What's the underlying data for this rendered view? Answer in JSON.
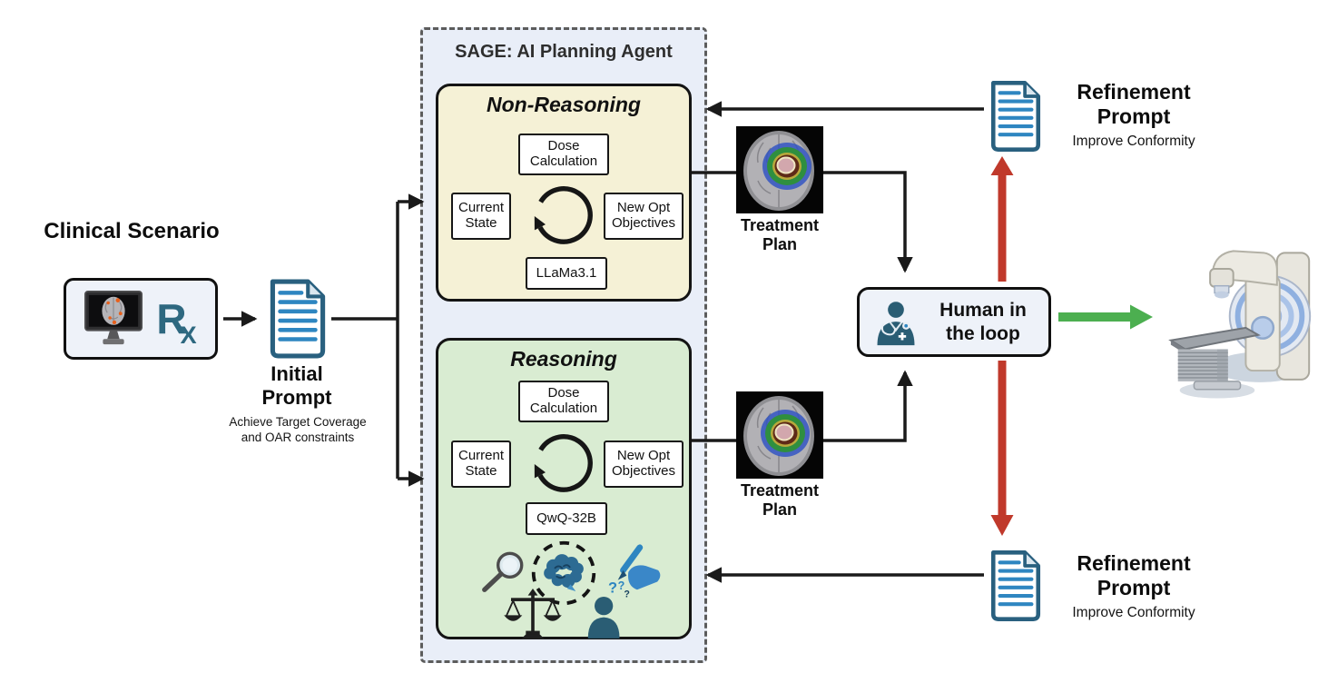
{
  "colors": {
    "panel_bg": "#e9eef8",
    "nonreason_bg": "#f5f1d6",
    "reason_bg": "#d9ecd2",
    "black_arrow": "#1a1a1a",
    "red_arrow": "#c0392b",
    "green_arrow": "#4caf50",
    "doc_outline": "#29607f",
    "doc_lines": "#2e86c1",
    "icon_teal": "#2a5d74",
    "rx_color": "#2e6880"
  },
  "sage_panel": {
    "title": "SAGE: AI Planning Agent"
  },
  "clinical": {
    "title": "Clinical Scenario",
    "rx_r": "R",
    "rx_x": "X",
    "icons": [
      "monitor-brain-scan-icon",
      "rx-prescription-icon"
    ]
  },
  "initial_prompt": {
    "title": "Initial Prompt",
    "subtitle": "Achieve Target Coverage and OAR constraints",
    "icon": "document-icon"
  },
  "non_reasoning": {
    "title": "Non-Reasoning",
    "dose_box": "Dose Calculation",
    "state_box": "Current State",
    "objectives_box": "New Opt Objectives",
    "model_box": "LLaMa3.1",
    "loop_icon": "cycle-arrow-icon"
  },
  "reasoning": {
    "title": "Reasoning",
    "dose_box": "Dose Calculation",
    "state_box": "Current State",
    "objectives_box": "New Opt Objectives",
    "model_box": "QwQ-32B",
    "loop_icon": "cycle-arrow-icon",
    "extra_icons": [
      "magnifier-icon",
      "brain-icon",
      "writing-hand-icon",
      "scales-icon",
      "confused-person-icon"
    ]
  },
  "treatment_plan_top": {
    "label": "Treatment Plan",
    "image": "mri-dose-distribution"
  },
  "treatment_plan_bottom": {
    "label": "Treatment Plan",
    "image": "mri-dose-distribution"
  },
  "human_in_loop": {
    "label": "Human in the loop",
    "icon": "doctor-icon"
  },
  "refinement_top": {
    "title": "Refinement Prompt",
    "subtitle": "Improve Conformity",
    "icon": "document-icon"
  },
  "refinement_bottom": {
    "title": "Refinement Prompt",
    "subtitle": "Improve Conformity",
    "icon": "document-icon"
  },
  "machine": {
    "icon": "linac-machine-icon"
  }
}
